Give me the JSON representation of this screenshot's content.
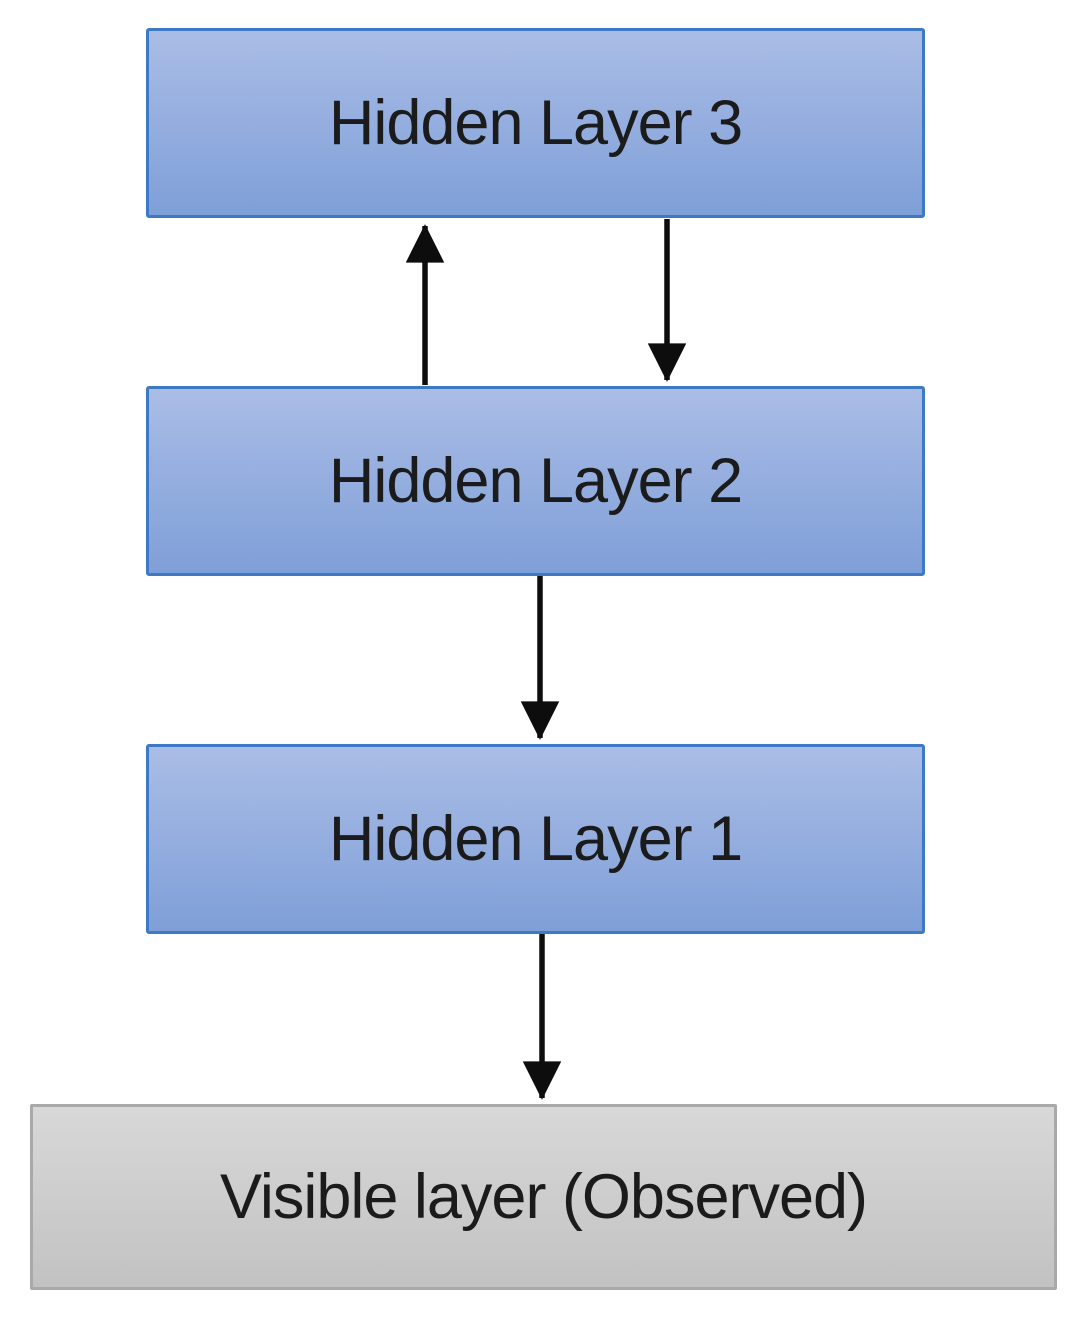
{
  "diagram": {
    "description": "Stacked layer diagram with three hidden layers and one visible layer connected by vertical arrows",
    "nodes": [
      {
        "id": "hidden3",
        "label": "Hidden Layer 3",
        "type": "hidden"
      },
      {
        "id": "hidden2",
        "label": "Hidden Layer 2",
        "type": "hidden"
      },
      {
        "id": "hidden1",
        "label": "Hidden Layer 1",
        "type": "hidden"
      },
      {
        "id": "visible",
        "label": "Visible layer (Observed)",
        "type": "visible"
      }
    ],
    "edges": [
      {
        "from": "hidden2",
        "to": "hidden3",
        "direction": "up"
      },
      {
        "from": "hidden3",
        "to": "hidden2",
        "direction": "down"
      },
      {
        "from": "hidden2",
        "to": "hidden1",
        "direction": "down"
      },
      {
        "from": "hidden1",
        "to": "visible",
        "direction": "down"
      }
    ]
  },
  "colors": {
    "hidden_fill_top": "#aabde6",
    "hidden_fill_bottom": "#7f9fd8",
    "hidden_border": "#3e79c6",
    "visible_fill_top": "#d8d8d8",
    "visible_fill_bottom": "#c2c2c2",
    "visible_border": "#a9a9a9",
    "arrow": "#0d0d0d",
    "text": "#1b1b1b",
    "background": "#ffffff"
  }
}
